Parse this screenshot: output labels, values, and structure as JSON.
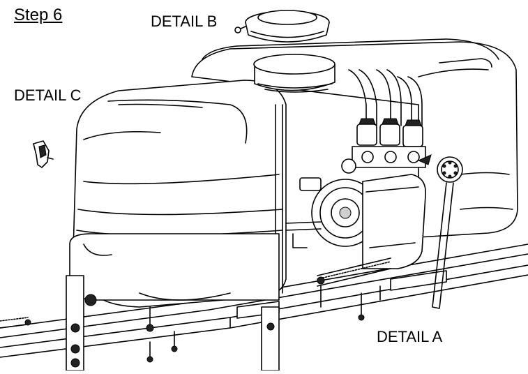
{
  "labels": {
    "step": "Step 6",
    "detail_b": "DETAIL B",
    "detail_c": "DETAIL C",
    "detail_a": "DETAIL A"
  },
  "colors": {
    "line": "#000000",
    "background": "#ffffff"
  }
}
